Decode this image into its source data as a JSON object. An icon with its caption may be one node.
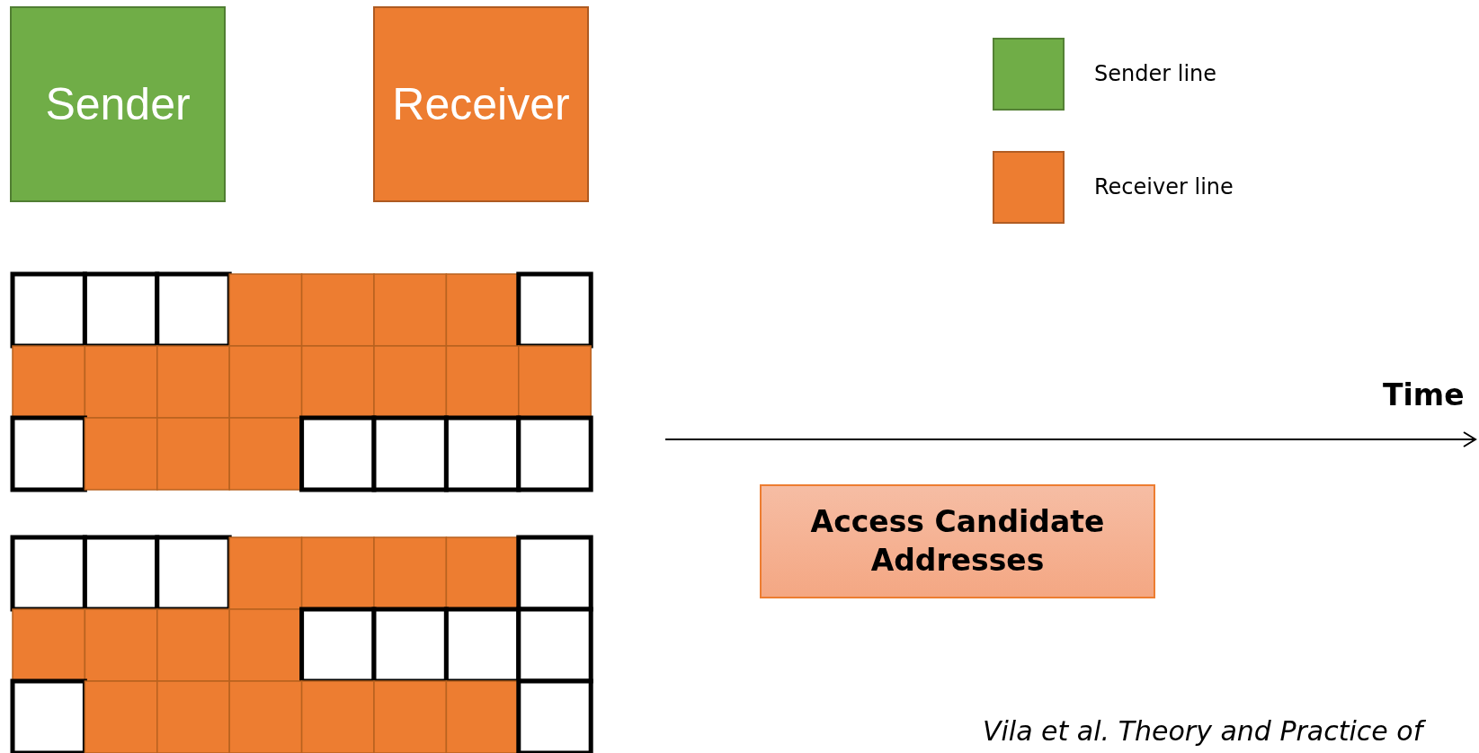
{
  "diagram": {
    "nodes": [
      {
        "text": [
          "Sender"
        ]
      },
      {
        "text": [
          "Receiver"
        ]
      },
      {
        "text": [
          "Access Candidate Addresses"
        ]
      }
    ],
    "edges": [],
    "labels": [
      "Time",
      "Vila et al. Theory and Practice of"
    ],
    "legend": [
      {
        "text": "Sender line",
        "color": "#70ad47"
      },
      {
        "text": "Receiver line",
        "color": "#ed7d31"
      }
    ]
  }
}
